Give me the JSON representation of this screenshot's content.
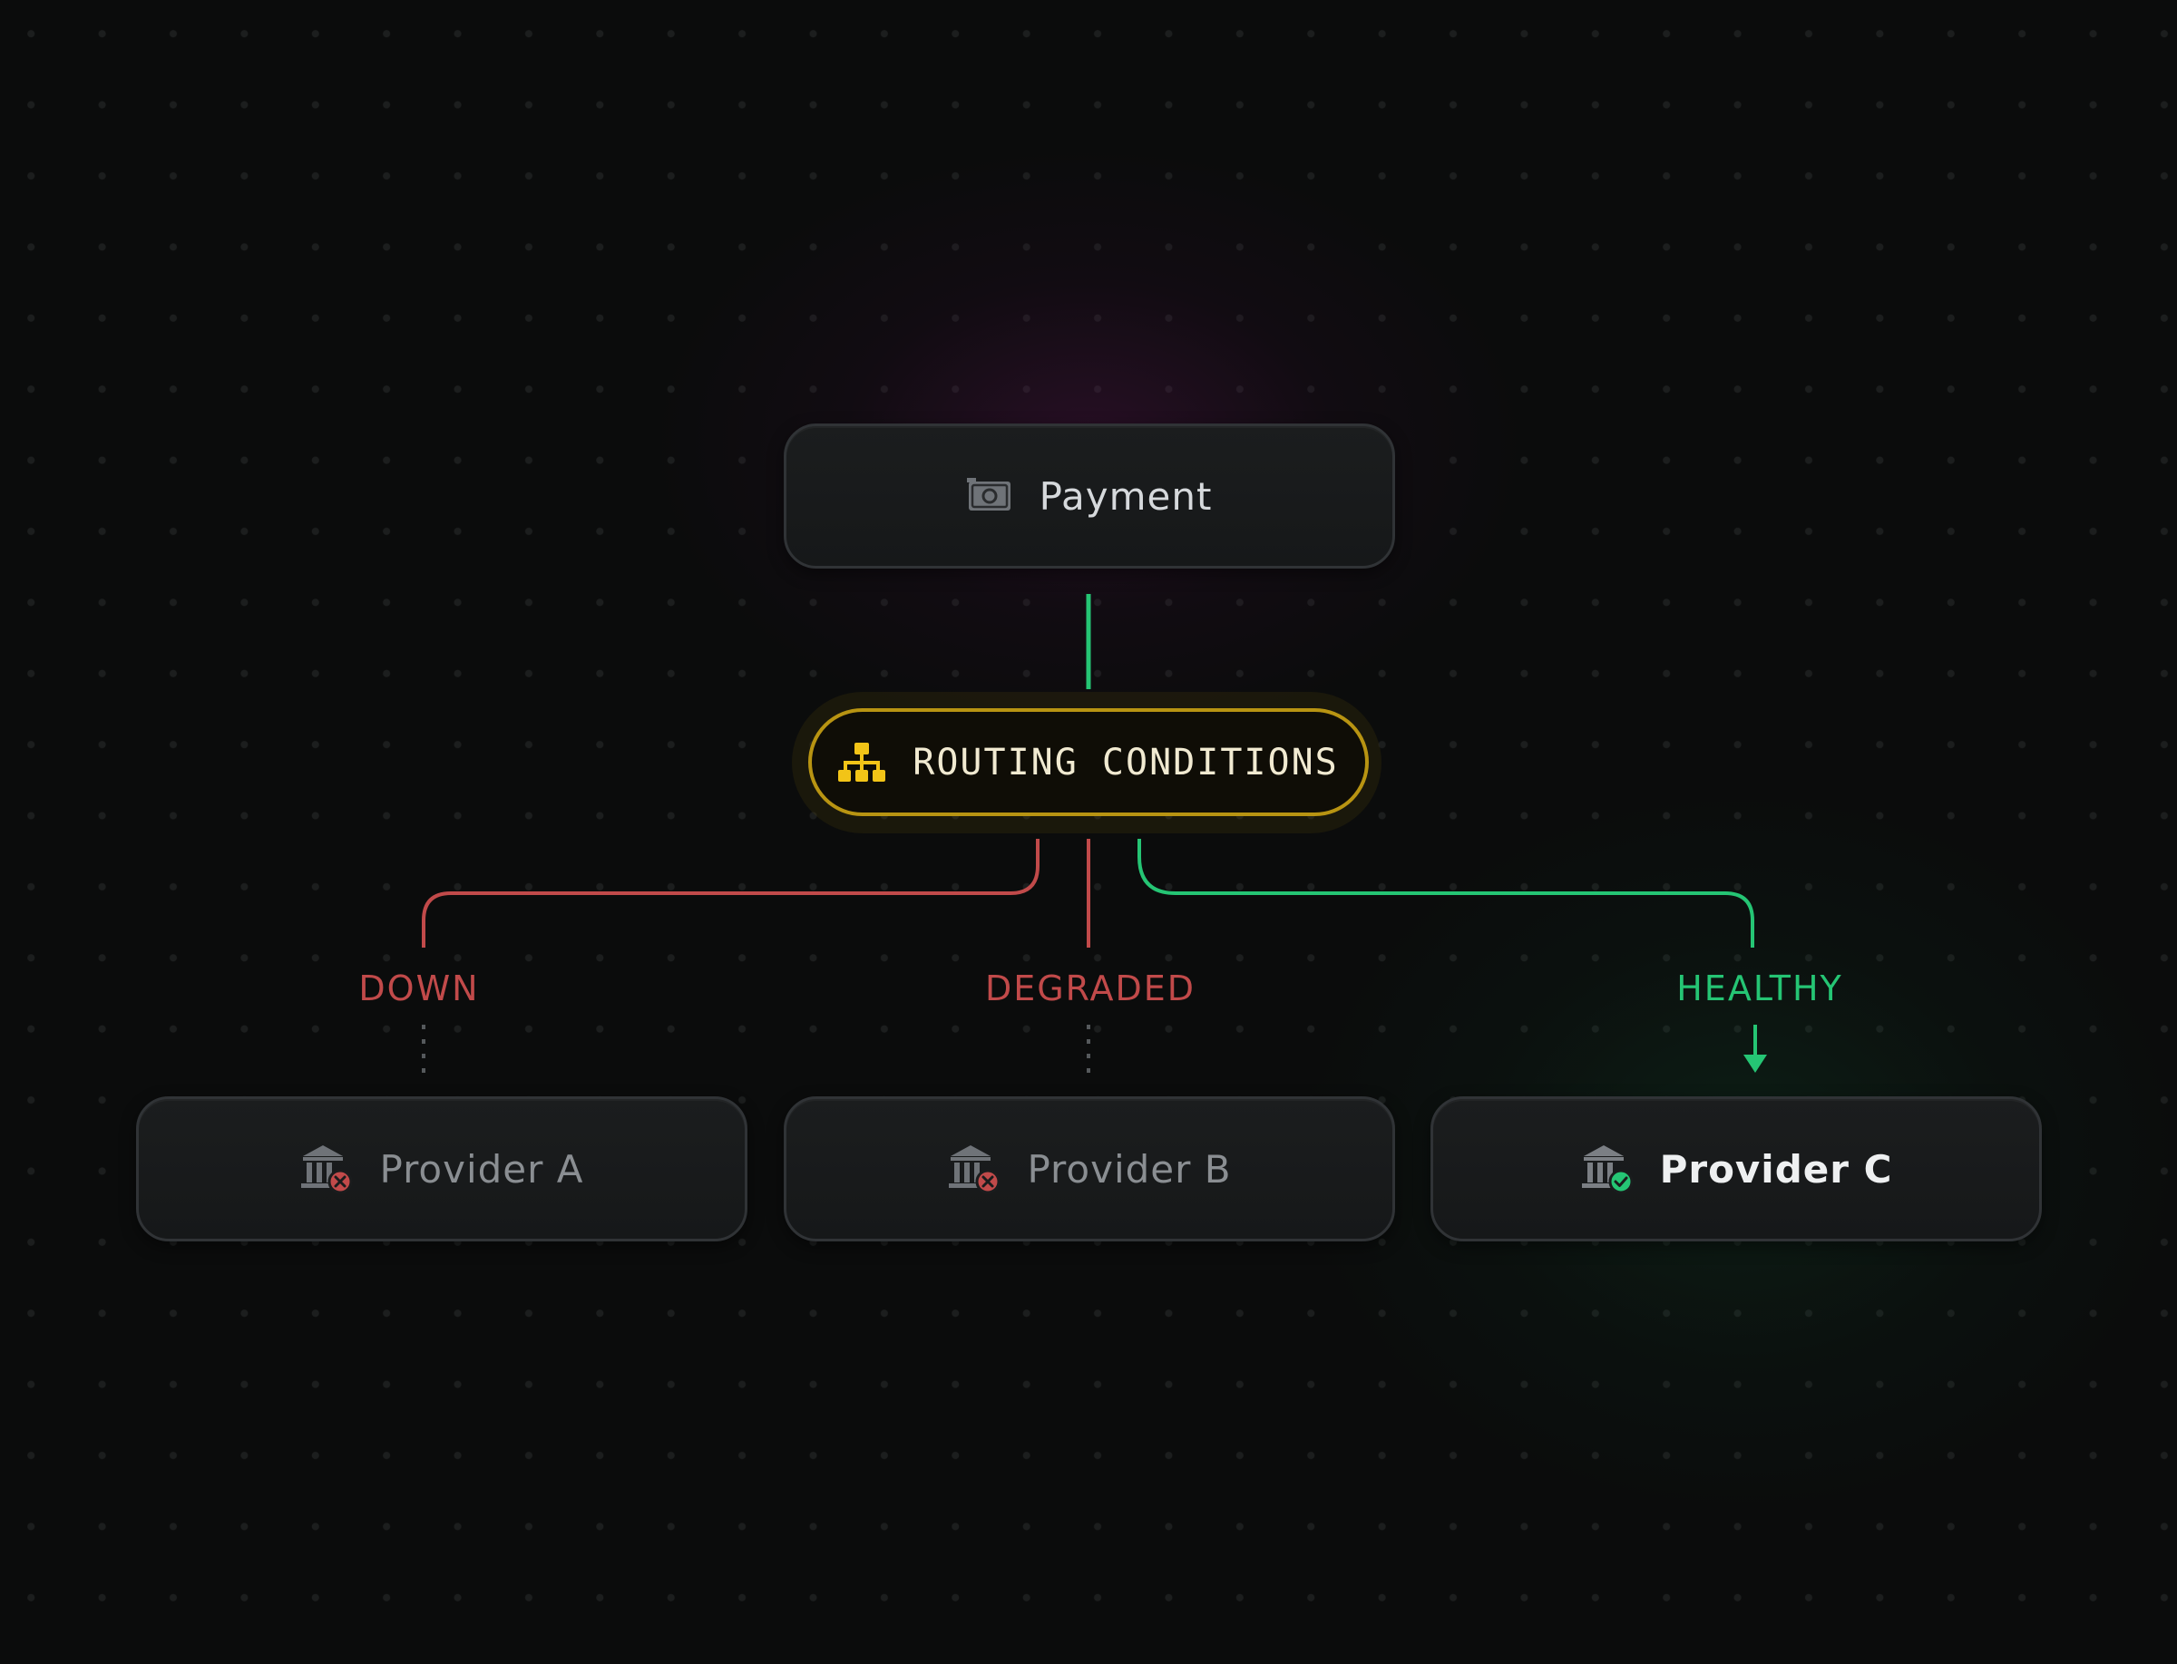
{
  "payment": {
    "label": "Payment",
    "icon": "banknote-icon"
  },
  "routing": {
    "label": "ROUTING CONDITIONS",
    "icon": "sitemap-icon",
    "accent": "#b89412"
  },
  "branches": [
    {
      "label": "DOWN",
      "color": "#c14a4a",
      "provider": "Provider A",
      "provider_status_icon": "x-circle-icon"
    },
    {
      "label": "DEGRADED",
      "color": "#c14a4a",
      "provider": "Provider B",
      "provider_status_icon": "x-circle-icon"
    },
    {
      "label": "HEALTHY",
      "color": "#25c574",
      "provider": "Provider C",
      "provider_status_icon": "check-circle-icon"
    }
  ],
  "colors": {
    "background": "#0b0c0c",
    "down": "#c14a4a",
    "healthy": "#25c574",
    "routing_accent": "#b89412"
  }
}
